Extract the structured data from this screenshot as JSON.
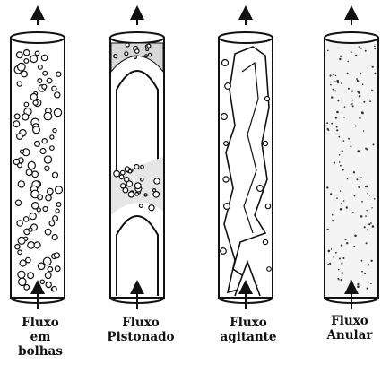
{
  "panels": [
    {
      "id": "bubbly",
      "label_lines": [
        "Fluxo",
        "em",
        "bolhas"
      ]
    },
    {
      "id": "slug",
      "label_lines": [
        "Fluxo",
        "Pistonado"
      ]
    },
    {
      "id": "churn",
      "label_lines": [
        "Fluxo",
        "agitante"
      ]
    },
    {
      "id": "annular",
      "label_lines": [
        "Fluxo",
        "Anular"
      ]
    }
  ]
}
